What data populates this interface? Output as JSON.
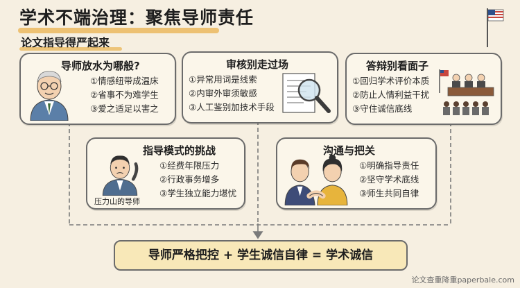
{
  "header": {
    "title": "学术不端治理：聚焦导师责任",
    "subtitle": "论文指导得严起来"
  },
  "cards": {
    "c1": {
      "title": "导师放水为哪般?",
      "items": [
        "①情感纽带成温床",
        "②省事不为难学生",
        "③爱之适足以害之"
      ]
    },
    "c2": {
      "title": "审核别走过场",
      "items": [
        "①异常用词是线索",
        "②内审外审须敏感",
        "③人工鉴别加技术手段"
      ]
    },
    "c3": {
      "title": "答辩别看面子",
      "items": [
        "①回归学术评价本质",
        "②防止人情利益干扰",
        "③守住诚信底线"
      ]
    },
    "c4": {
      "title": "指导模式的挑战",
      "items": [
        "①经费年限压力",
        "②行政事务增多",
        "③学生独立能力堪忧"
      ],
      "caption": "压力山的导师"
    },
    "c5": {
      "title": "沟通与把关",
      "items": [
        "①明确指导责任",
        "②坚守学术底线",
        "③师生共同自律"
      ]
    }
  },
  "formula": "导师严格把控 + 学生诚信自律 = 学术诚信",
  "watermark": "论文查重降重paperbale.com",
  "colors": {
    "background": "#f6efe1",
    "card": "#fbf6ea",
    "formula_bg": "#f8e8b8",
    "accent": "#e9b24d"
  }
}
